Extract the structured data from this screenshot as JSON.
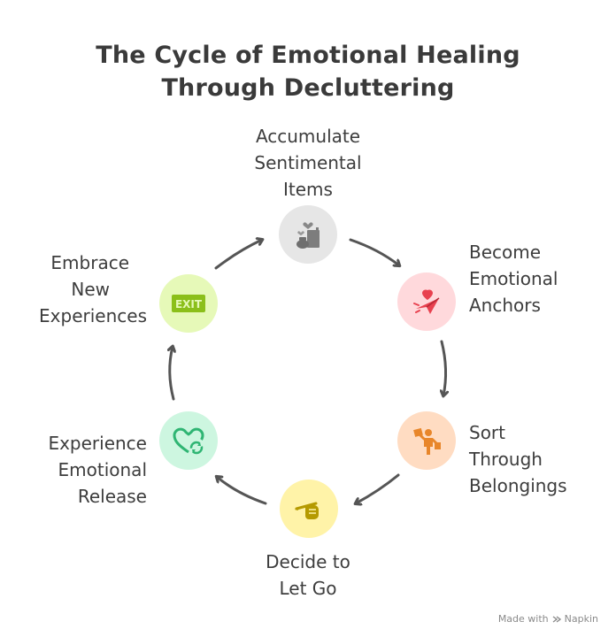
{
  "title": {
    "line1": "The Cycle of Emotional Healing",
    "line2": "Through Decluttering"
  },
  "steps": [
    {
      "lines": [
        "Accumulate",
        "Sentimental",
        "Items"
      ],
      "icon": "sentimental-items-icon",
      "color": "#e6e6e6"
    },
    {
      "lines": [
        "Become",
        "Emotional",
        "Anchors"
      ],
      "icon": "heart-airplane-icon",
      "color": "#ffd9dc"
    },
    {
      "lines": [
        "Sort",
        "Through",
        "Belongings"
      ],
      "icon": "person-sorting-icon",
      "color": "#ffdcc2"
    },
    {
      "lines": [
        "Decide to",
        "Let Go"
      ],
      "icon": "hand-pen-icon",
      "color": "#fff3a8"
    },
    {
      "lines": [
        "Experience",
        "Emotional",
        "Release"
      ],
      "icon": "heart-refresh-icon",
      "color": "#cdf6e0"
    },
    {
      "lines": [
        "Embrace",
        "New",
        "Experiences"
      ],
      "icon": "exit-sign-icon",
      "color": "#e6f9b8"
    }
  ],
  "icon_glyph": {
    "exit": "EXIT"
  },
  "footer": {
    "made_with": "Made with",
    "brand": "Napkin"
  }
}
